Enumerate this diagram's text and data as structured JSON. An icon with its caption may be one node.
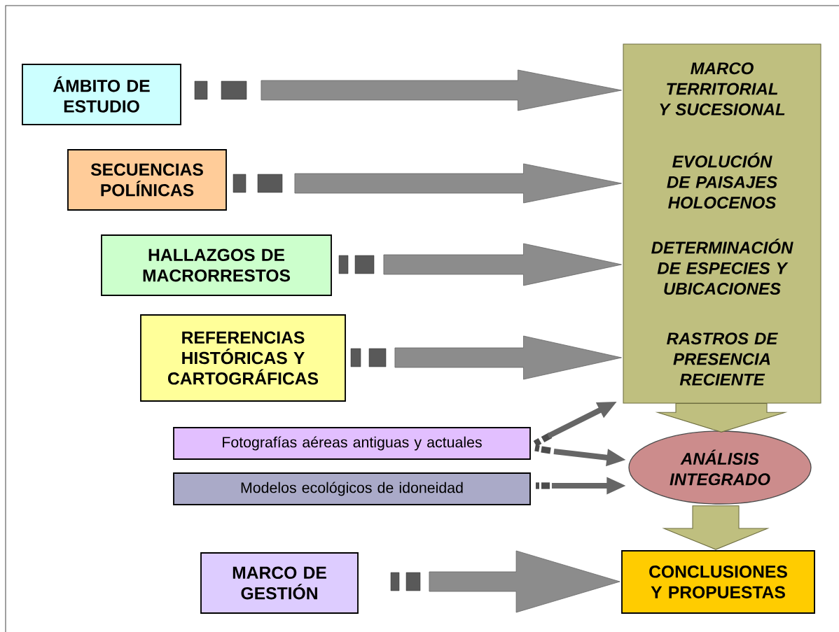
{
  "diagram": {
    "nodes": [
      {
        "text": [
          "ÁMBITO DE ESTUDIO"
        ]
      },
      {
        "text": [
          "SECUENCIAS POLÍNICAS"
        ]
      },
      {
        "text": [
          "HALLAZGOS DE MACRORRESTOS"
        ]
      },
      {
        "text": [
          "REFERENCIAS HISTÓRICAS Y CARTOGRÁFICAS"
        ]
      },
      {
        "text": [
          "MARCO TERRITORIAL Y SUCESIONAL",
          "EVOLUCIÓN DE PAISAJES HOLOCENOS",
          "DETERMINACIÓN DE ESPECIES Y UBICACIONES",
          "RASTROS DE PRESENCIA RECIENTE"
        ]
      },
      {
        "text": [
          "Fotografías aéreas antiguas y actuales"
        ]
      },
      {
        "text": [
          "Modelos ecológicos de idoneidad"
        ]
      },
      {
        "text": [
          "ANÁLISIS INTEGRADO"
        ]
      },
      {
        "text": [
          "MARCO DE GESTIÓN"
        ]
      },
      {
        "text": [
          "CONCLUSIONES Y PROPUESTAS"
        ]
      }
    ],
    "edges": [
      {
        "from": 0,
        "to": 4,
        "arrow": "to"
      },
      {
        "from": 1,
        "to": 4,
        "arrow": "to"
      },
      {
        "from": 2,
        "to": 4,
        "arrow": "to"
      },
      {
        "from": 3,
        "to": 4,
        "arrow": "to"
      },
      {
        "from": 5,
        "to": 4,
        "arrow": "to"
      },
      {
        "from": 5,
        "to": 7,
        "arrow": "to"
      },
      {
        "from": 6,
        "to": 7,
        "arrow": "to"
      },
      {
        "from": 4,
        "to": 7,
        "arrow": "to"
      },
      {
        "from": 7,
        "to": 9,
        "arrow": "to"
      },
      {
        "from": 8,
        "to": 9,
        "arrow": "to"
      }
    ]
  }
}
